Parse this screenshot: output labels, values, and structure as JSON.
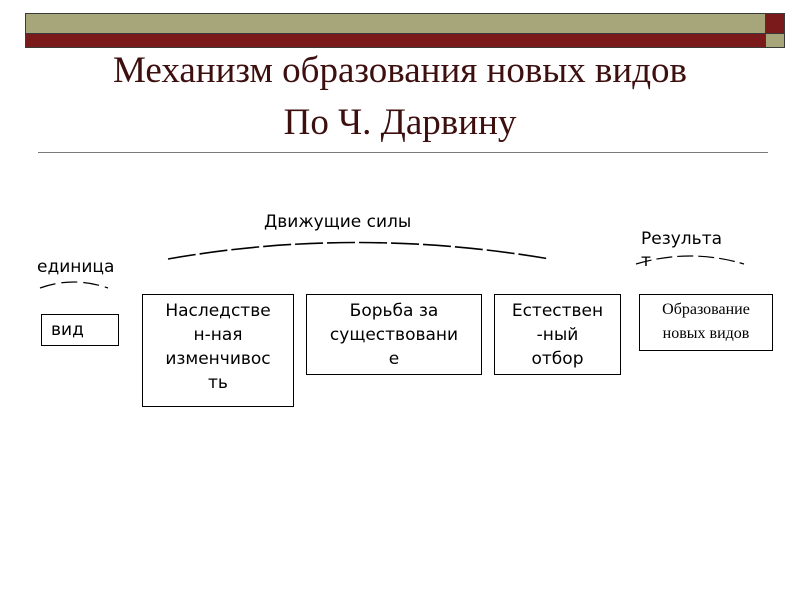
{
  "slide": {
    "title_line1": "Механизм образования новых видов",
    "title_line2": "По Ч. Дарвину"
  },
  "labels": {
    "driving_forces": "Движущие силы",
    "unit": "единица",
    "result": "Результа\nт"
  },
  "boxes": {
    "unit_box": "вид",
    "heredity": "Наследстве\nн-ная\nизменчивос\nть",
    "struggle": "Борьба за\nсуществовани\nе",
    "selection": "Естествен\n-ный\nотбор",
    "result_box": "Образование\nновых видов"
  },
  "colors": {
    "olive": "#a6a67a",
    "maroon": "#7a1a1a",
    "title": "#3d0f0f"
  }
}
